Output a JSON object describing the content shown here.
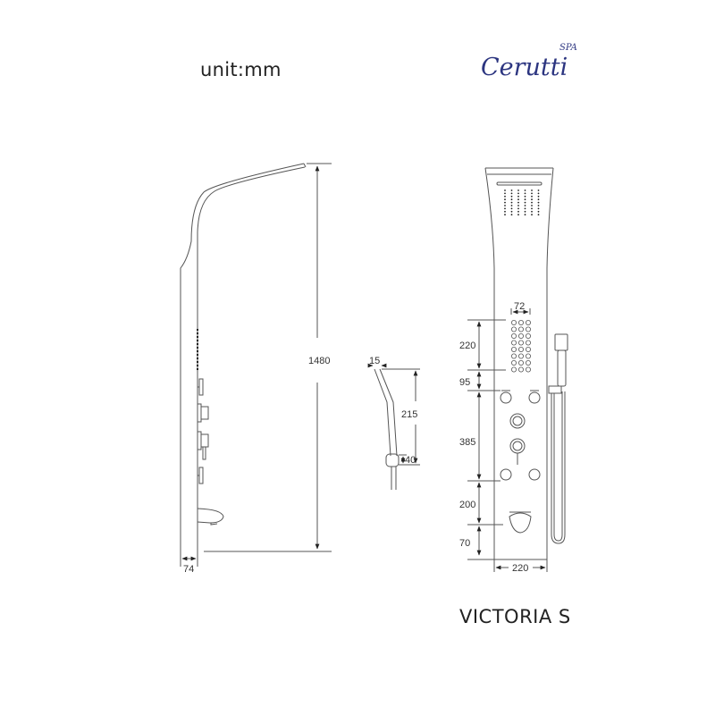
{
  "header": {
    "unit_label": "unit:mm",
    "brand": "Cerutti",
    "brand_suffix": "SPA",
    "brand_color": "#2c3580"
  },
  "side_view": {
    "total_height": "1480",
    "depth": "74"
  },
  "hand_shower": {
    "head_width": "15",
    "length": "215",
    "holder_height": "40"
  },
  "front_view": {
    "jet_block_width": "72",
    "jet_block_height": "220",
    "gap_to_controls": "95",
    "controls_height": "385",
    "gap_to_spout": "200",
    "spout_to_bottom": "70",
    "panel_width": "220"
  },
  "footer": {
    "model_name": "VICTORIA  S"
  }
}
